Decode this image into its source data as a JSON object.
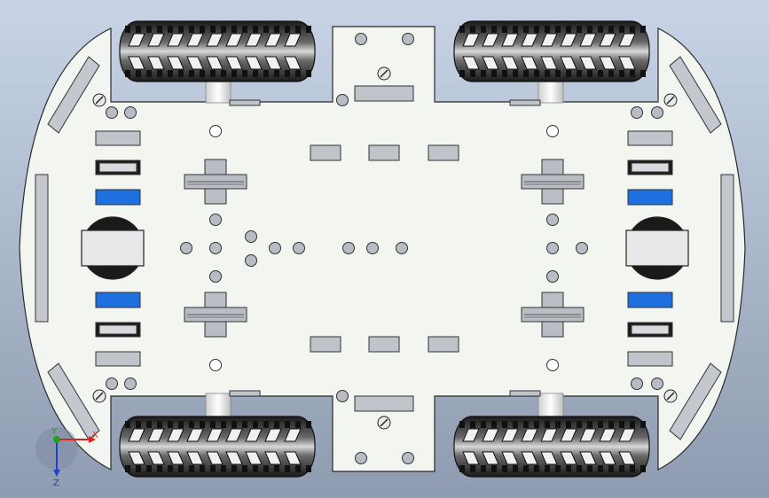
{
  "viewport": {
    "background_top": "#c8d4e6",
    "background_bottom": "#8e9bb0",
    "plate_fill": "#f2f5f0",
    "plate_stroke": "#2a2a2a",
    "slot_fill": "#b8bcc4",
    "accent_blue": "#1e6fe0",
    "tire_dark": "#202020",
    "tire_light": "#c8c8c8"
  },
  "triad": {
    "x_label": "X",
    "y_label": "Y",
    "z_label": "Z",
    "x_color": "#e02020",
    "y_color": "#20a020",
    "z_color": "#2040d0"
  }
}
